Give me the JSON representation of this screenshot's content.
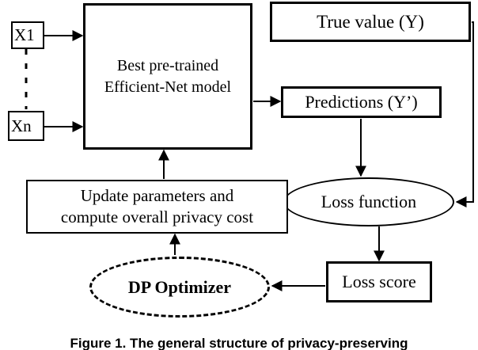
{
  "figure": {
    "caption": "Figure 1. The general structure of privacy-preserving",
    "background": "#ffffff",
    "line_color": "#000000"
  },
  "nodes": {
    "x1": {
      "label": "X1",
      "shape": "rectangle"
    },
    "xn": {
      "label": "Xn",
      "shape": "rectangle"
    },
    "model": {
      "line1": "Best pre-trained",
      "line2": "Efficient-Net model",
      "shape": "rectangle"
    },
    "true_value": {
      "label": "True value (Y)",
      "shape": "rectangle"
    },
    "predictions": {
      "label": "Predictions (Y’)",
      "shape": "rectangle"
    },
    "loss_function": {
      "label": "Loss function",
      "shape": "ellipse"
    },
    "update": {
      "line1": "Update parameters and",
      "line2": "compute overall privacy cost",
      "shape": "rectangle"
    },
    "dp_optimizer": {
      "label": "DP  Optimizer",
      "shape": "ellipse-dashed"
    },
    "loss_score": {
      "label": "Loss score",
      "shape": "rectangle"
    }
  },
  "edges": [
    {
      "name": "x1-to-model",
      "from": "x1",
      "to": "model",
      "style": "solid-arrow"
    },
    {
      "name": "x1-to-xn-vertical-dots",
      "from": "x1",
      "to": "xn",
      "style": "dashed"
    },
    {
      "name": "xn-to-model",
      "from": "xn",
      "to": "model",
      "style": "solid-arrow"
    },
    {
      "name": "model-to-predictions",
      "from": "model",
      "to": "predictions",
      "style": "solid-arrow"
    },
    {
      "name": "predictions-to-loss-function",
      "from": "predictions",
      "to": "loss_function",
      "style": "solid-arrow"
    },
    {
      "name": "true-value-to-loss-function",
      "from": "true_value",
      "to": "loss_function",
      "style": "solid-arrow"
    },
    {
      "name": "loss-function-to-loss-score",
      "from": "loss_function",
      "to": "loss_score",
      "style": "solid-arrow"
    },
    {
      "name": "loss-score-to-dp-optimizer",
      "from": "loss_score",
      "to": "dp_optimizer",
      "style": "solid-arrow"
    },
    {
      "name": "dp-optimizer-to-update",
      "from": "dp_optimizer",
      "to": "update",
      "style": "solid-arrow"
    },
    {
      "name": "update-to-model",
      "from": "update",
      "to": "model",
      "style": "solid-arrow"
    }
  ]
}
